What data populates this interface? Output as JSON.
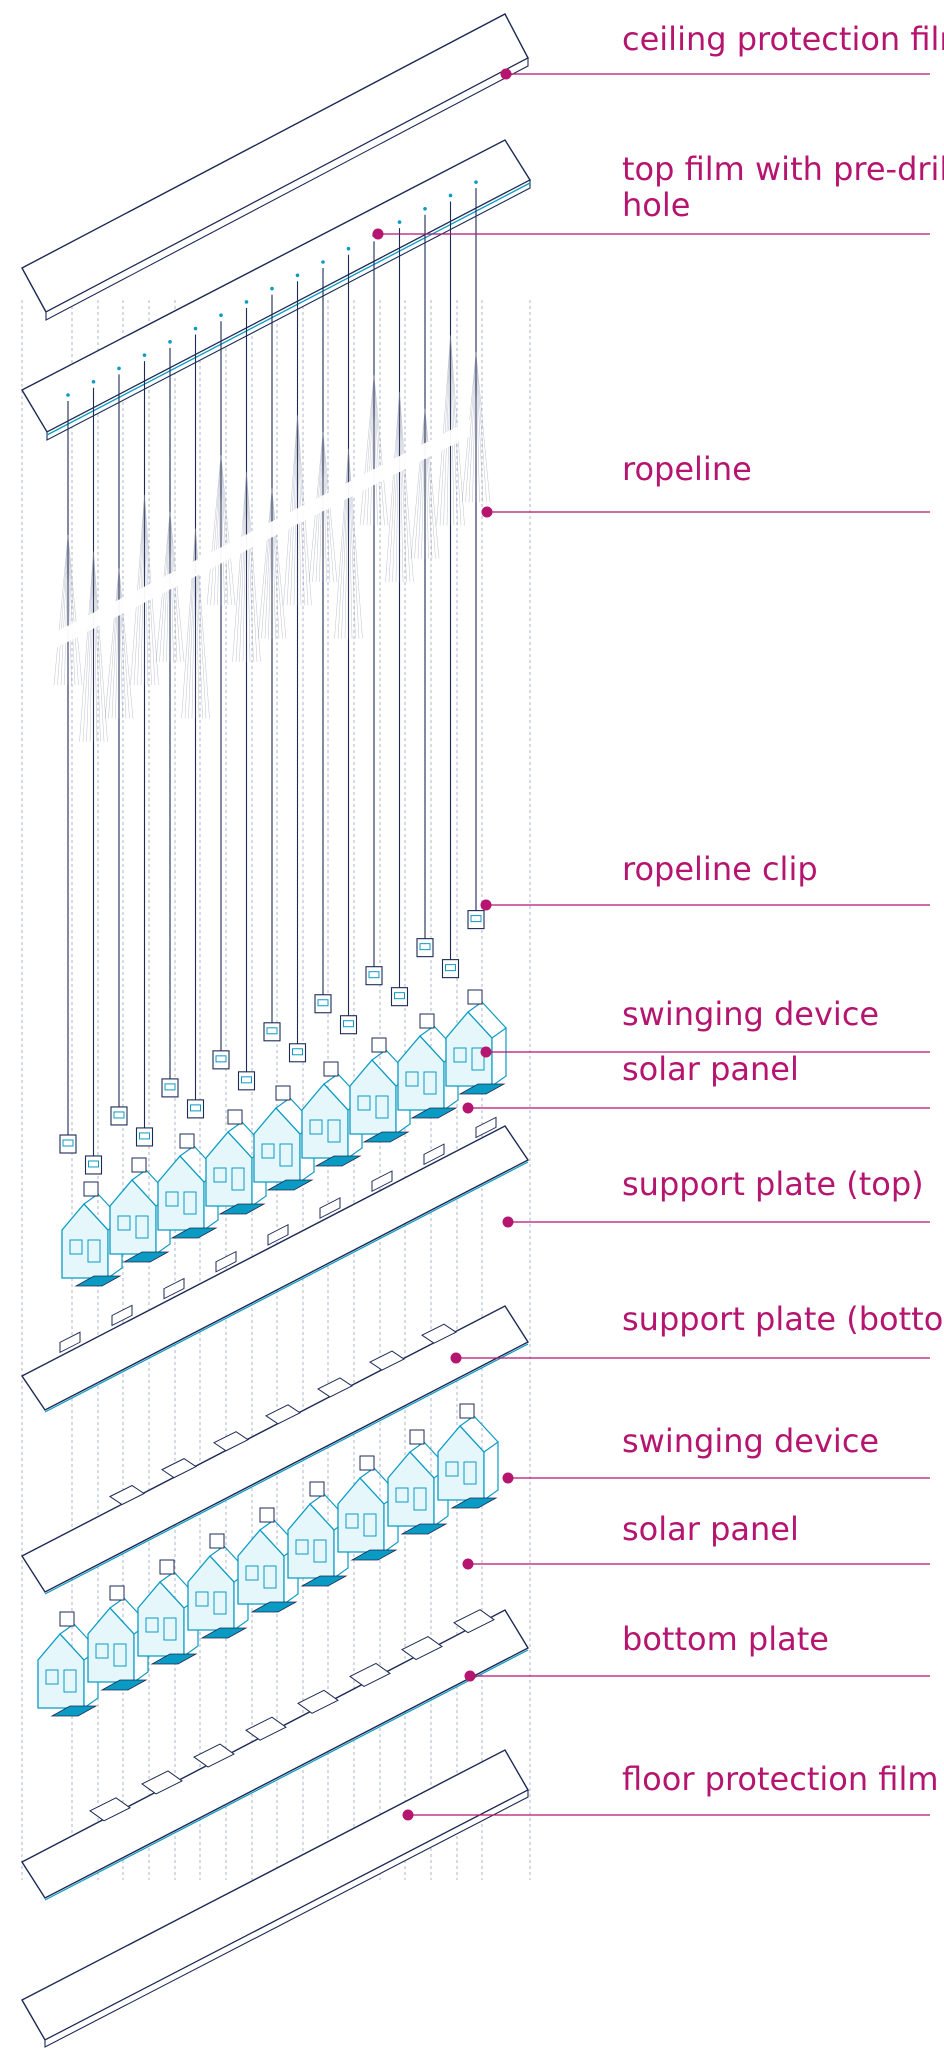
{
  "colors": {
    "outline": "#1d2a55",
    "accent": "#0a9bc4",
    "accent_light": "#7fd3ea",
    "label": "#b5156f",
    "guide": "#9aa3b8"
  },
  "labels": [
    {
      "id": "ceiling-protection-film",
      "lines": [
        "ceiling protection film"
      ]
    },
    {
      "id": "top-film",
      "lines": [
        "top film with pre-drill",
        "hole"
      ]
    },
    {
      "id": "ropeline",
      "lines": [
        "ropeline"
      ]
    },
    {
      "id": "ropeline-clip",
      "lines": [
        "ropeline clip"
      ]
    },
    {
      "id": "swinging-device-upper",
      "lines": [
        "swinging device"
      ]
    },
    {
      "id": "solar-panel-upper",
      "lines": [
        "solar panel"
      ]
    },
    {
      "id": "support-plate-top",
      "lines": [
        "support plate (top)"
      ]
    },
    {
      "id": "support-plate-bottom",
      "lines": [
        "support plate (bottom)"
      ]
    },
    {
      "id": "swinging-device-lower",
      "lines": [
        "swinging device"
      ]
    },
    {
      "id": "solar-panel-lower",
      "lines": [
        "solar panel"
      ]
    },
    {
      "id": "bottom-plate",
      "lines": [
        "bottom plate"
      ]
    },
    {
      "id": "floor-protection-film",
      "lines": [
        "floor protection film"
      ]
    }
  ]
}
